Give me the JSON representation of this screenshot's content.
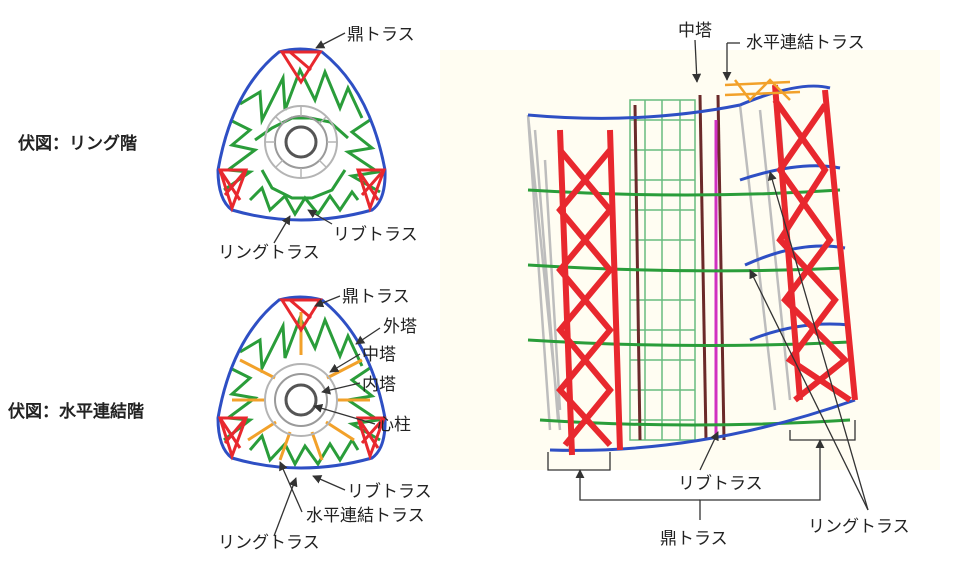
{
  "plan_ring": {
    "title": "伏図：リング階",
    "labels": {
      "kanae": "鼎トラス",
      "rib": "リブトラス",
      "ring": "リングトラス"
    }
  },
  "plan_horizontal": {
    "title": "伏図：水平連結階",
    "labels": {
      "kanae": "鼎トラス",
      "outer": "外塔",
      "middle": "中塔",
      "inner": "内塔",
      "pillar": "心柱",
      "rib": "リブトラス",
      "horizontal": "水平連結トラス",
      "ring": "リングトラス"
    }
  },
  "view3d": {
    "labels": {
      "middle": "中塔",
      "horizontal": "水平連結トラス",
      "rib": "リブトラス",
      "kanae": "鼎トラス",
      "ring": "リングトラス"
    }
  },
  "colors": {
    "kanae": "#e8282e",
    "ring": "#2e4fc4",
    "rib": "#2a9d3a",
    "horizontal": "#f2a12a",
    "core": "#9a9a9a",
    "pillar": "#444444",
    "magenta": "#d030c0"
  }
}
